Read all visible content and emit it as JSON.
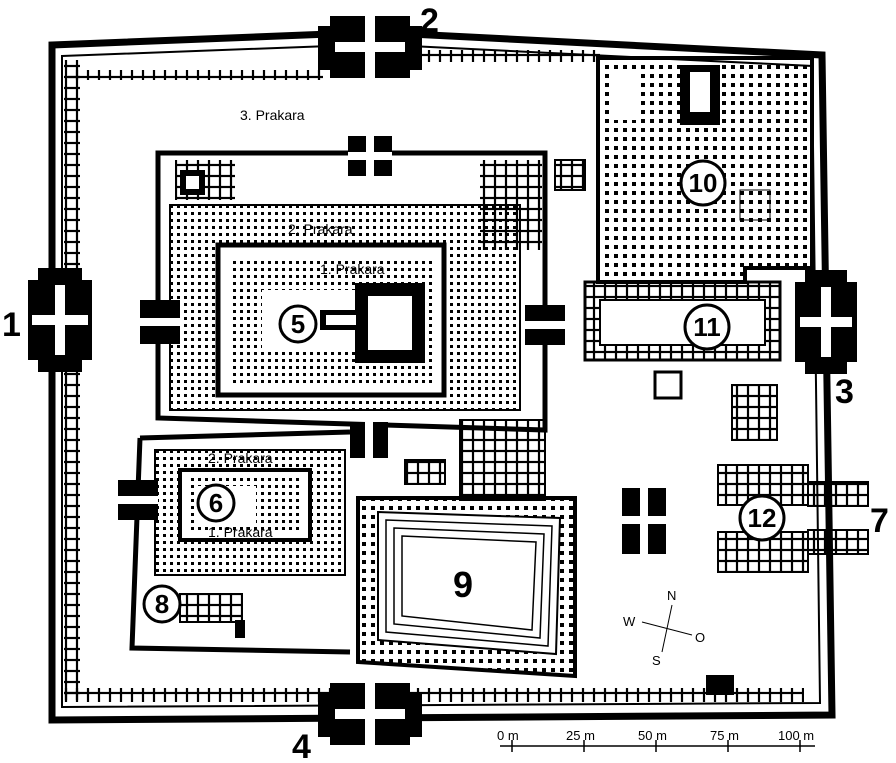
{
  "gate_labels": [
    "1",
    "2",
    "3",
    "4",
    "7"
  ],
  "prakara_labels": {
    "outer": "3. Prakara",
    "north_second": "2. Prakara",
    "north_first": "1. Prakara",
    "south_second": "2. Prakara",
    "south_first": "1. Prakara"
  },
  "numbered_structures": [
    "5",
    "6",
    "8",
    "9",
    "10",
    "11",
    "12"
  ],
  "compass": {
    "north": "N",
    "south": "S",
    "east": "O",
    "west": "W"
  },
  "scale_bar": {
    "ticks": [
      "0 m",
      "25 m",
      "50 m",
      "75 m",
      "100 m"
    ]
  },
  "colors": {
    "ink": "#000000",
    "paper": "#ffffff"
  }
}
